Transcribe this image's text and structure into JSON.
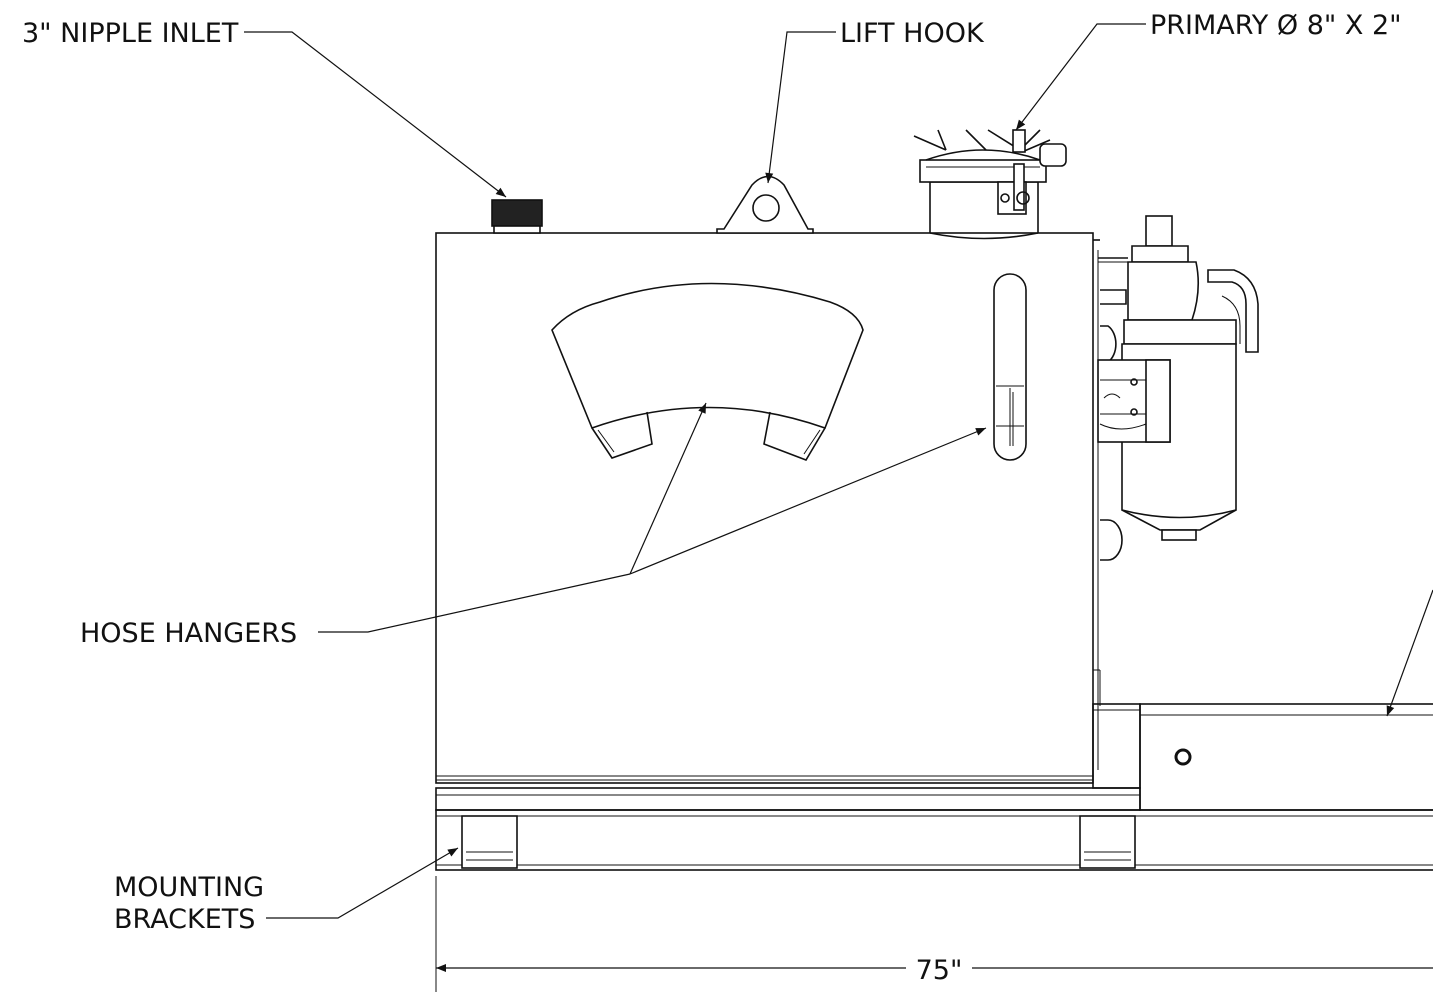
{
  "callouts": {
    "nipple_inlet": "3\" NIPPLE INLET",
    "lift_hook": "LIFT HOOK",
    "primary": "PRIMARY Ø 8\" X 2\"",
    "hose_hangers": "HOSE HANGERS",
    "mounting_line1": "MOUNTING",
    "mounting_line2": "BRACKETS"
  },
  "dimension": {
    "width": "75\""
  }
}
